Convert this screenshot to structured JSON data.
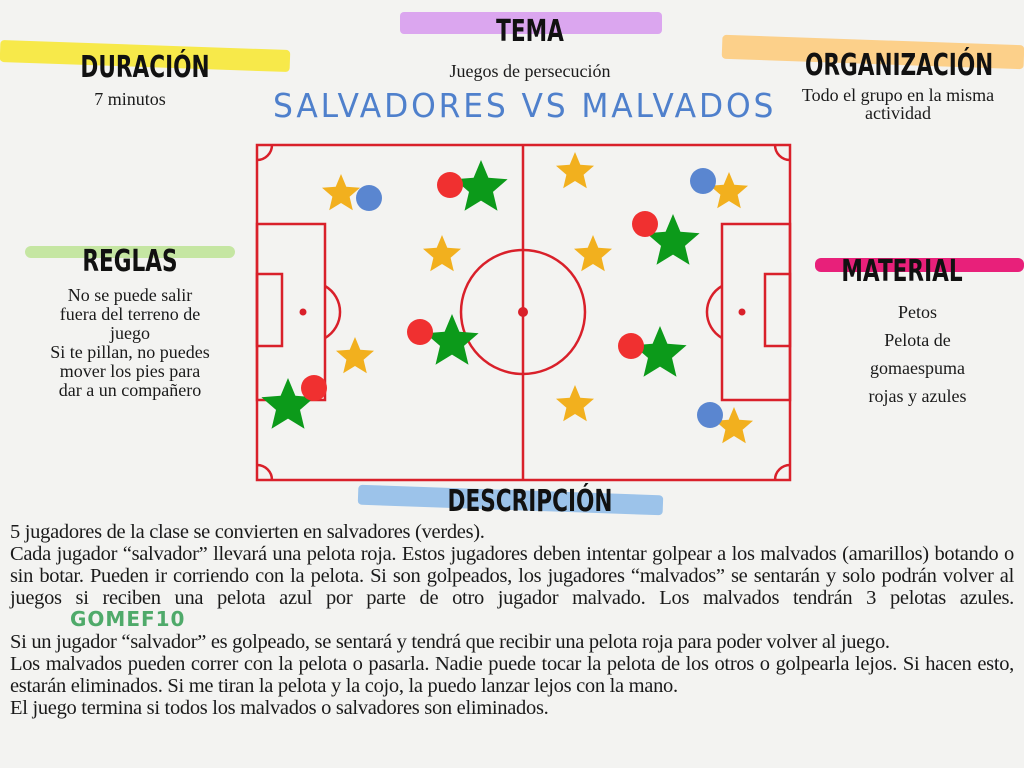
{
  "tema": {
    "heading": "TEMA",
    "text": "Juegos de persecución"
  },
  "duracion": {
    "heading": "DURACIÓN",
    "text": "7 minutos"
  },
  "organizacion": {
    "heading": "ORGANIZACIÓN",
    "text": "Todo el grupo en la misma actividad"
  },
  "title": "SALVADORES VS MALVADOS",
  "reglas": {
    "heading": "REGLAS",
    "lines": [
      "No se puede salir",
      "fuera del terreno de",
      "juego",
      "Si te pillan, no puedes",
      "mover los pies para",
      "dar a un compañero"
    ]
  },
  "material": {
    "heading": "MATERIAL",
    "lines": [
      "Petos",
      "Pelota de",
      "gomaespuma",
      "rojas y azules"
    ]
  },
  "descripcion": {
    "heading": "DESCRIPCIÓN",
    "paragraphs": [
      "5 jugadores de la clase se convierten en salvadores (verdes).",
      "Cada jugador “salvador” llevará una pelota roja. Estos jugadores deben intentar golpear a los malvados (amarillos) botando o sin botar. Pueden ir corriendo con la pelota. Si son golpeados, los jugadores “malvados” se sentarán y solo podrán volver al juegos si reciben una pelota azul por parte de otro jugador malvado. Los malvados tendrán 3 pelotas azules.",
      "Si un jugador “salvador” es golpeado, se sentará y tendrá que recibir una pelota roja para poder volver al juego.",
      "Los malvados pueden correr con la pelota o pasarla. Nadie puede tocar la pelota de los otros o golpearla lejos. Si hacen esto, estarán eliminados. Si me tiran la pelota y la cojo, la puedo lanzar lejos con la mano.",
      "El juego termina si todos los malvados o salvadores son eliminados."
    ]
  },
  "watermark": "GOMEF10",
  "colors": {
    "field_lines": "#d9202a",
    "malvado_star": "#f2b01e",
    "salvador_star": "#0c9a1a",
    "red_ball": "#f03030",
    "blue_ball": "#5a86d0",
    "tema_brush": "#dba6ef",
    "duracion_brush": "#f7e94a",
    "organizacion_brush": "#fcd08a",
    "reglas_brush": "#c5e6a2",
    "material_brush": "#e8207a",
    "descripcion_brush": "#9cc3ea"
  }
}
